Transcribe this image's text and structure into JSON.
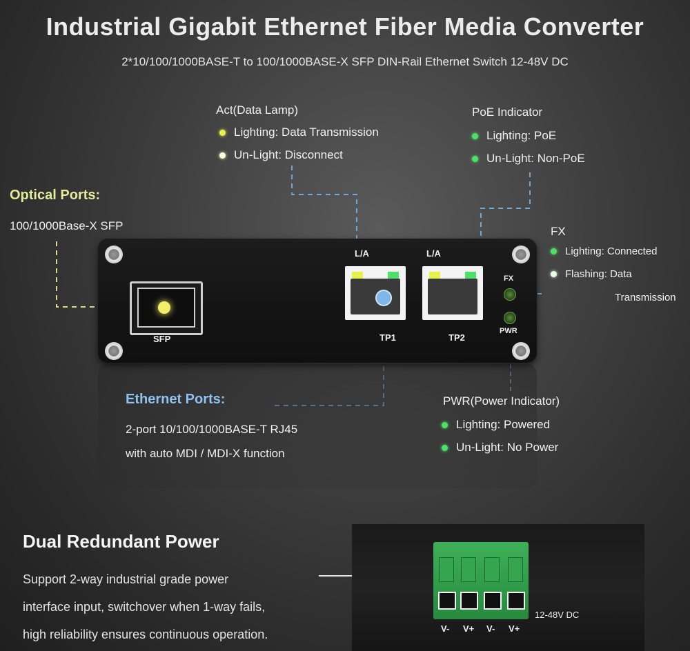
{
  "title": "Industrial Gigabit Ethernet Fiber Media Converter",
  "subtitle": "2*10/100/1000BASE-T to 100/1000BASE-X SFP DIN-Rail Ethernet Switch 12-48V DC",
  "act": {
    "title": "Act(Data Lamp)",
    "items": [
      "Lighting: Data Transmission",
      "Un-Light: Disconnect"
    ]
  },
  "poe": {
    "title": "PoE Indicator",
    "items": [
      "Lighting: PoE",
      "Un-Light: Non-PoE"
    ]
  },
  "optical": {
    "title": "Optical Ports:",
    "desc": "100/1000Base-X SFP"
  },
  "fx": {
    "title": "FX",
    "items": [
      "Lighting: Connected",
      "Flashing: Data"
    ],
    "continuation": "Transmission"
  },
  "ethernet": {
    "title": "Ethernet Ports:",
    "lines": [
      "2-port 10/100/1000BASE-T RJ45",
      "with auto MDI / MDI-X function"
    ]
  },
  "pwr": {
    "title": "PWR(Power Indicator)",
    "items": [
      "Lighting: Powered",
      "Un-Light: No Power"
    ]
  },
  "device": {
    "sfp_label": "SFP",
    "la_label_1": "L/A",
    "la_label_2": "L/A",
    "tp1_label": "TP1",
    "tp2_label": "TP2",
    "fx_led_label": "FX",
    "pwr_led_label": "PWR"
  },
  "power": {
    "title": "Dual Redundant Power",
    "lines": [
      "Support 2-way industrial grade power",
      "interface input, switchover when 1-way fails,",
      "high reliability ensures continuous operation."
    ],
    "voltage_label": "12-48V DC",
    "pins": [
      "V-",
      "V+",
      "V-",
      "V+"
    ]
  },
  "colors": {
    "optical_accent": "#e3ec9a",
    "ethernet_accent": "#8fc2ee",
    "indicator_green": "#4fe06a",
    "data_yellow": "#e8f04a"
  }
}
